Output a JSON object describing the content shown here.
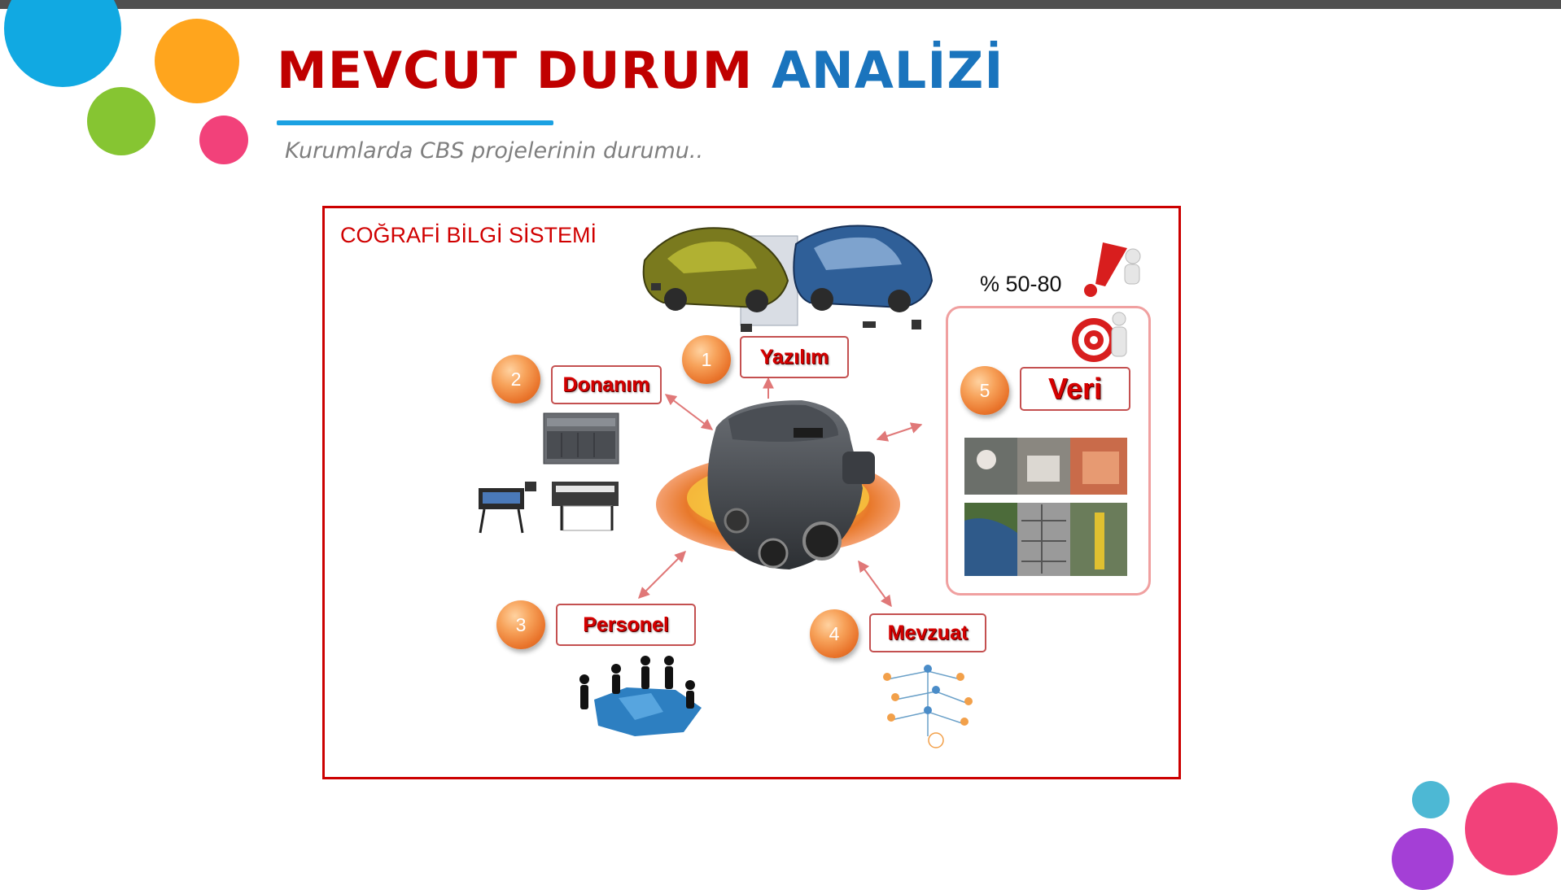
{
  "slide": {
    "title_part1": "MEVCUT DURUM",
    "title_part2": "ANALİZİ",
    "subtitle": "Kurumlarda CBS projelerinin durumu.."
  },
  "diagram": {
    "frame_title": "COĞRAFİ BİLGİ SİSTEMİ",
    "percent_label": "% 50-80",
    "nodes": [
      {
        "number": "1",
        "label": "Yazılım"
      },
      {
        "number": "2",
        "label": "Donanım"
      },
      {
        "number": "3",
        "label": "Personel"
      },
      {
        "number": "4",
        "label": "Mevzuat"
      },
      {
        "number": "5",
        "label": "Veri"
      }
    ]
  },
  "colors": {
    "title_red": "#c00000",
    "title_blue": "#1a74bd",
    "frame_red": "#cc0000",
    "accent_cyan": "#1ba1e2",
    "dot_blue": "#11a9e2",
    "dot_orange": "#ffa51d",
    "dot_green": "#86c532",
    "dot_pink": "#f2417a",
    "dot_teal": "#4db8d4",
    "dot_purple": "#a43fd6"
  },
  "icons": [
    "decorative-circle-icon",
    "cars-software-icon",
    "engine-icon",
    "server-icon",
    "plotter-icon",
    "team-puzzle-icon",
    "org-network-icon",
    "exclamation-figure-icon",
    "target-figure-icon",
    "data-photos-icon"
  ]
}
